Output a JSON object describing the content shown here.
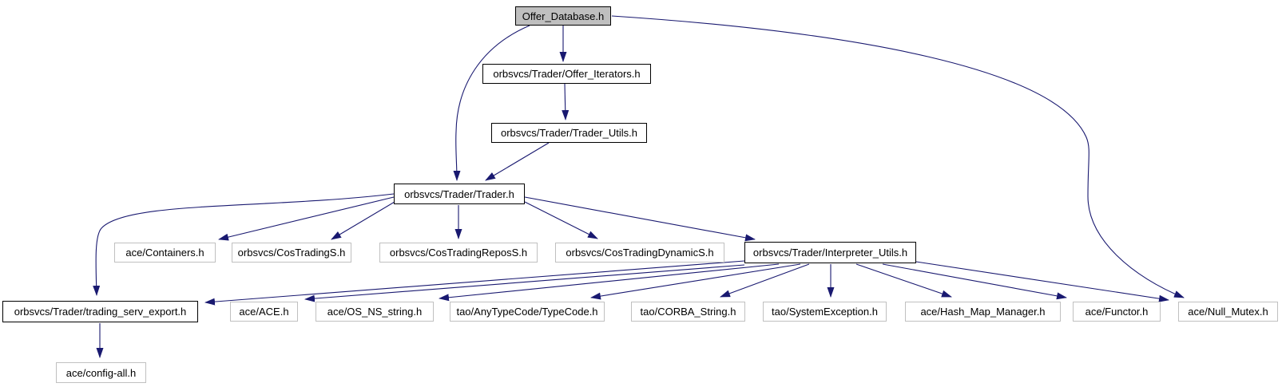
{
  "diagram": {
    "kind": "include-dependency-graph",
    "root_file": "Offer_Database.h",
    "colors": {
      "edge": "#191970",
      "root_fill": "#bfbfbf",
      "linked_node_border": "#000000",
      "plain_node_border": "#c0c0c0",
      "background": "#ffffff",
      "text": "#000000"
    },
    "nodes": [
      {
        "label": "Offer_Database.h"
      },
      {
        "label": "orbsvcs/Trader/Offer_Iterators.h"
      },
      {
        "label": "orbsvcs/Trader/Trader_Utils.h"
      },
      {
        "label": "orbsvcs/Trader/Trader.h"
      },
      {
        "label": "ace/Containers.h"
      },
      {
        "label": "orbsvcs/CosTradingS.h"
      },
      {
        "label": "orbsvcs/CosTradingReposS.h"
      },
      {
        "label": "orbsvcs/CosTradingDynamicS.h"
      },
      {
        "label": "orbsvcs/Trader/Interpreter_Utils.h"
      },
      {
        "label": "orbsvcs/Trader/trading_serv_export.h"
      },
      {
        "label": "ace/ACE.h"
      },
      {
        "label": "ace/OS_NS_string.h"
      },
      {
        "label": "tao/AnyTypeCode/TypeCode.h"
      },
      {
        "label": "tao/CORBA_String.h"
      },
      {
        "label": "tao/SystemException.h"
      },
      {
        "label": "ace/Hash_Map_Manager.h"
      },
      {
        "label": "ace/Functor.h"
      },
      {
        "label": "ace/Null_Mutex.h"
      },
      {
        "label": "ace/config-all.h"
      }
    ],
    "edges": [
      {
        "from": "Offer_Database.h",
        "to": "orbsvcs/Trader/Offer_Iterators.h"
      },
      {
        "from": "Offer_Database.h",
        "to": "orbsvcs/Trader/Trader.h"
      },
      {
        "from": "Offer_Database.h",
        "to": "ace/Null_Mutex.h"
      },
      {
        "from": "orbsvcs/Trader/Offer_Iterators.h",
        "to": "orbsvcs/Trader/Trader_Utils.h"
      },
      {
        "from": "orbsvcs/Trader/Trader_Utils.h",
        "to": "orbsvcs/Trader/Trader.h"
      },
      {
        "from": "orbsvcs/Trader/Trader.h",
        "to": "ace/Containers.h"
      },
      {
        "from": "orbsvcs/Trader/Trader.h",
        "to": "orbsvcs/CosTradingS.h"
      },
      {
        "from": "orbsvcs/Trader/Trader.h",
        "to": "orbsvcs/CosTradingReposS.h"
      },
      {
        "from": "orbsvcs/Trader/Trader.h",
        "to": "orbsvcs/CosTradingDynamicS.h"
      },
      {
        "from": "orbsvcs/Trader/Trader.h",
        "to": "orbsvcs/Trader/Interpreter_Utils.h"
      },
      {
        "from": "orbsvcs/Trader/Trader.h",
        "to": "orbsvcs/Trader/trading_serv_export.h"
      },
      {
        "from": "orbsvcs/Trader/trading_serv_export.h",
        "to": "ace/config-all.h"
      },
      {
        "from": "orbsvcs/Trader/Interpreter_Utils.h",
        "to": "orbsvcs/Trader/trading_serv_export.h"
      },
      {
        "from": "orbsvcs/Trader/Interpreter_Utils.h",
        "to": "ace/ACE.h"
      },
      {
        "from": "orbsvcs/Trader/Interpreter_Utils.h",
        "to": "ace/OS_NS_string.h"
      },
      {
        "from": "orbsvcs/Trader/Interpreter_Utils.h",
        "to": "tao/AnyTypeCode/TypeCode.h"
      },
      {
        "from": "orbsvcs/Trader/Interpreter_Utils.h",
        "to": "tao/CORBA_String.h"
      },
      {
        "from": "orbsvcs/Trader/Interpreter_Utils.h",
        "to": "tao/SystemException.h"
      },
      {
        "from": "orbsvcs/Trader/Interpreter_Utils.h",
        "to": "ace/Hash_Map_Manager.h"
      },
      {
        "from": "orbsvcs/Trader/Interpreter_Utils.h",
        "to": "ace/Functor.h"
      },
      {
        "from": "orbsvcs/Trader/Interpreter_Utils.h",
        "to": "ace/Null_Mutex.h"
      }
    ]
  }
}
